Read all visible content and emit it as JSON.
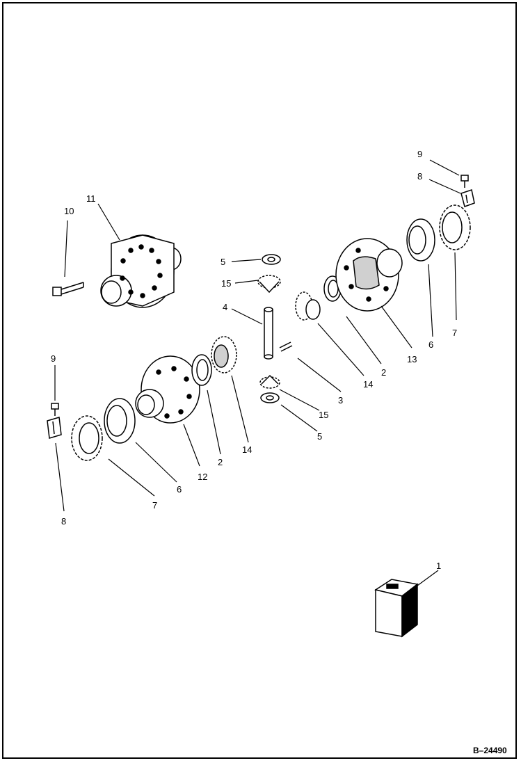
{
  "figure_id": "B–24490",
  "callouts": {
    "c1": "1",
    "c2a": "2",
    "c2b": "2",
    "c3": "3",
    "c4": "4",
    "c5a": "5",
    "c5b": "5",
    "c6a": "6",
    "c6b": "6",
    "c7a": "7",
    "c7b": "7",
    "c8a": "8",
    "c8b": "8",
    "c9a": "9",
    "c9b": "9",
    "c10": "10",
    "c11": "11",
    "c12": "12",
    "c13": "13",
    "c14a": "14",
    "c14b": "14",
    "c15a": "15",
    "c15b": "15"
  },
  "colors": {
    "ink": "#000000",
    "paper": "#ffffff",
    "shade": "#d0d0d0"
  }
}
